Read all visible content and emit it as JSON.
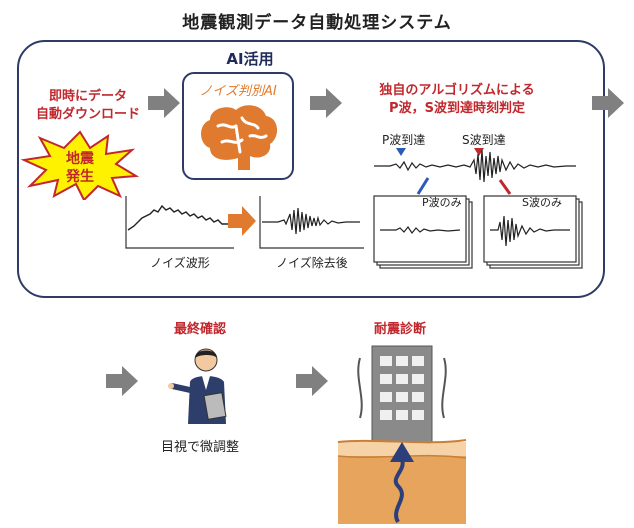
{
  "title": "地震観測データ自動処理システム",
  "ai_label": "AI活用",
  "noise_ai_label": "ノイズ判別AI",
  "download_line1": "即時にデータ",
  "download_line2": "自動ダウンロード",
  "quake_line1": "地震",
  "quake_line2": "発生",
  "noise_waveform_label": "ノイズ波形",
  "denoised_label": "ノイズ除去後",
  "algo_line1": "独自のアルゴリズムによる",
  "algo_line2": "P波，S波到達時刻判定",
  "p_arrival": "P波到達",
  "s_arrival": "S波到達",
  "p_only": "P波のみ",
  "s_only": "S波のみ",
  "final_check": "最終確認",
  "visual_adjust": "目視で微調整",
  "seismic_diagnosis": "耐震診断",
  "colors": {
    "accent_red": "#c0282d",
    "frame_navy": "#2f3b66",
    "brain_orange": "#e07a2e",
    "arrow_gray": "#808080",
    "quake_yellow": "#fff200"
  }
}
